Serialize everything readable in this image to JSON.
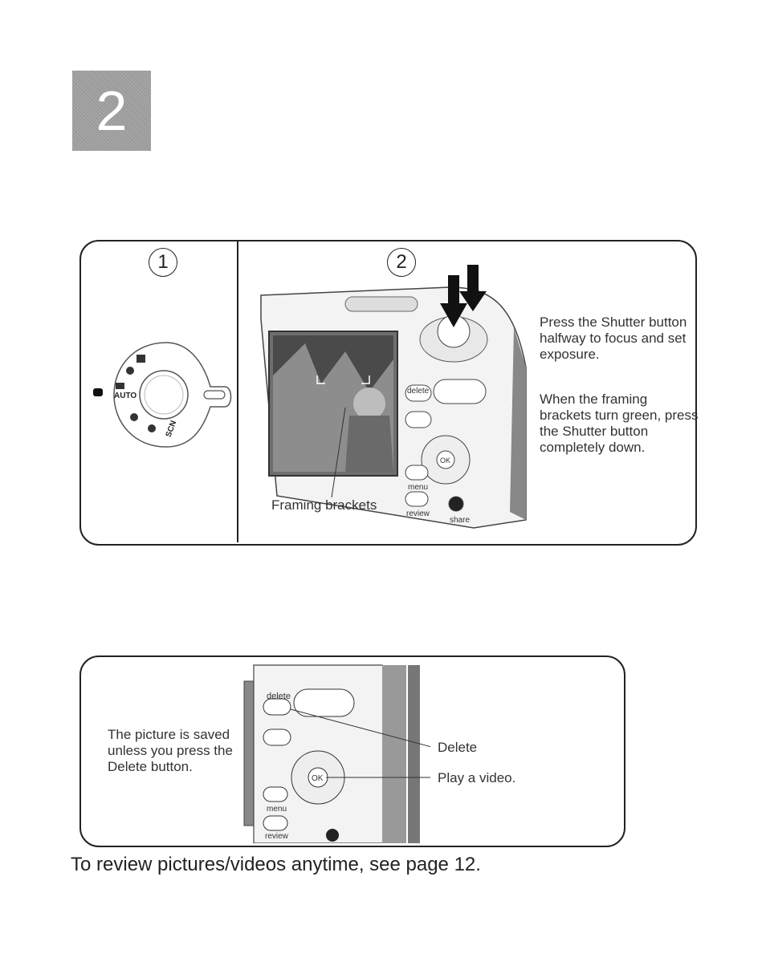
{
  "chapter": {
    "number": "2"
  },
  "panel1": {
    "step1": "1",
    "step2": "2",
    "dial_labels": {
      "auto": "AUTO",
      "scn": "SCN"
    },
    "callout_framing": "Framing brackets",
    "camera_buttons": {
      "delete": "delete",
      "menu": "menu",
      "review": "review",
      "share": "share",
      "ok": "OK"
    },
    "instructions": [
      [
        "Press the Shutter button",
        "halfway to focus and set",
        "exposure."
      ],
      [
        "When the framing",
        "brackets turn green, press",
        "the Shutter button",
        "completely down."
      ]
    ]
  },
  "panel2": {
    "note": [
      "The picture is saved",
      "unless you press the",
      "Delete button."
    ],
    "callout_delete": "Delete",
    "callout_play": "Play a video.",
    "camera_buttons": {
      "delete": "delete",
      "menu": "menu",
      "review": "review",
      "ok": "OK"
    }
  },
  "footer": {
    "text": "To review pictures/videos anytime, see page 12."
  }
}
